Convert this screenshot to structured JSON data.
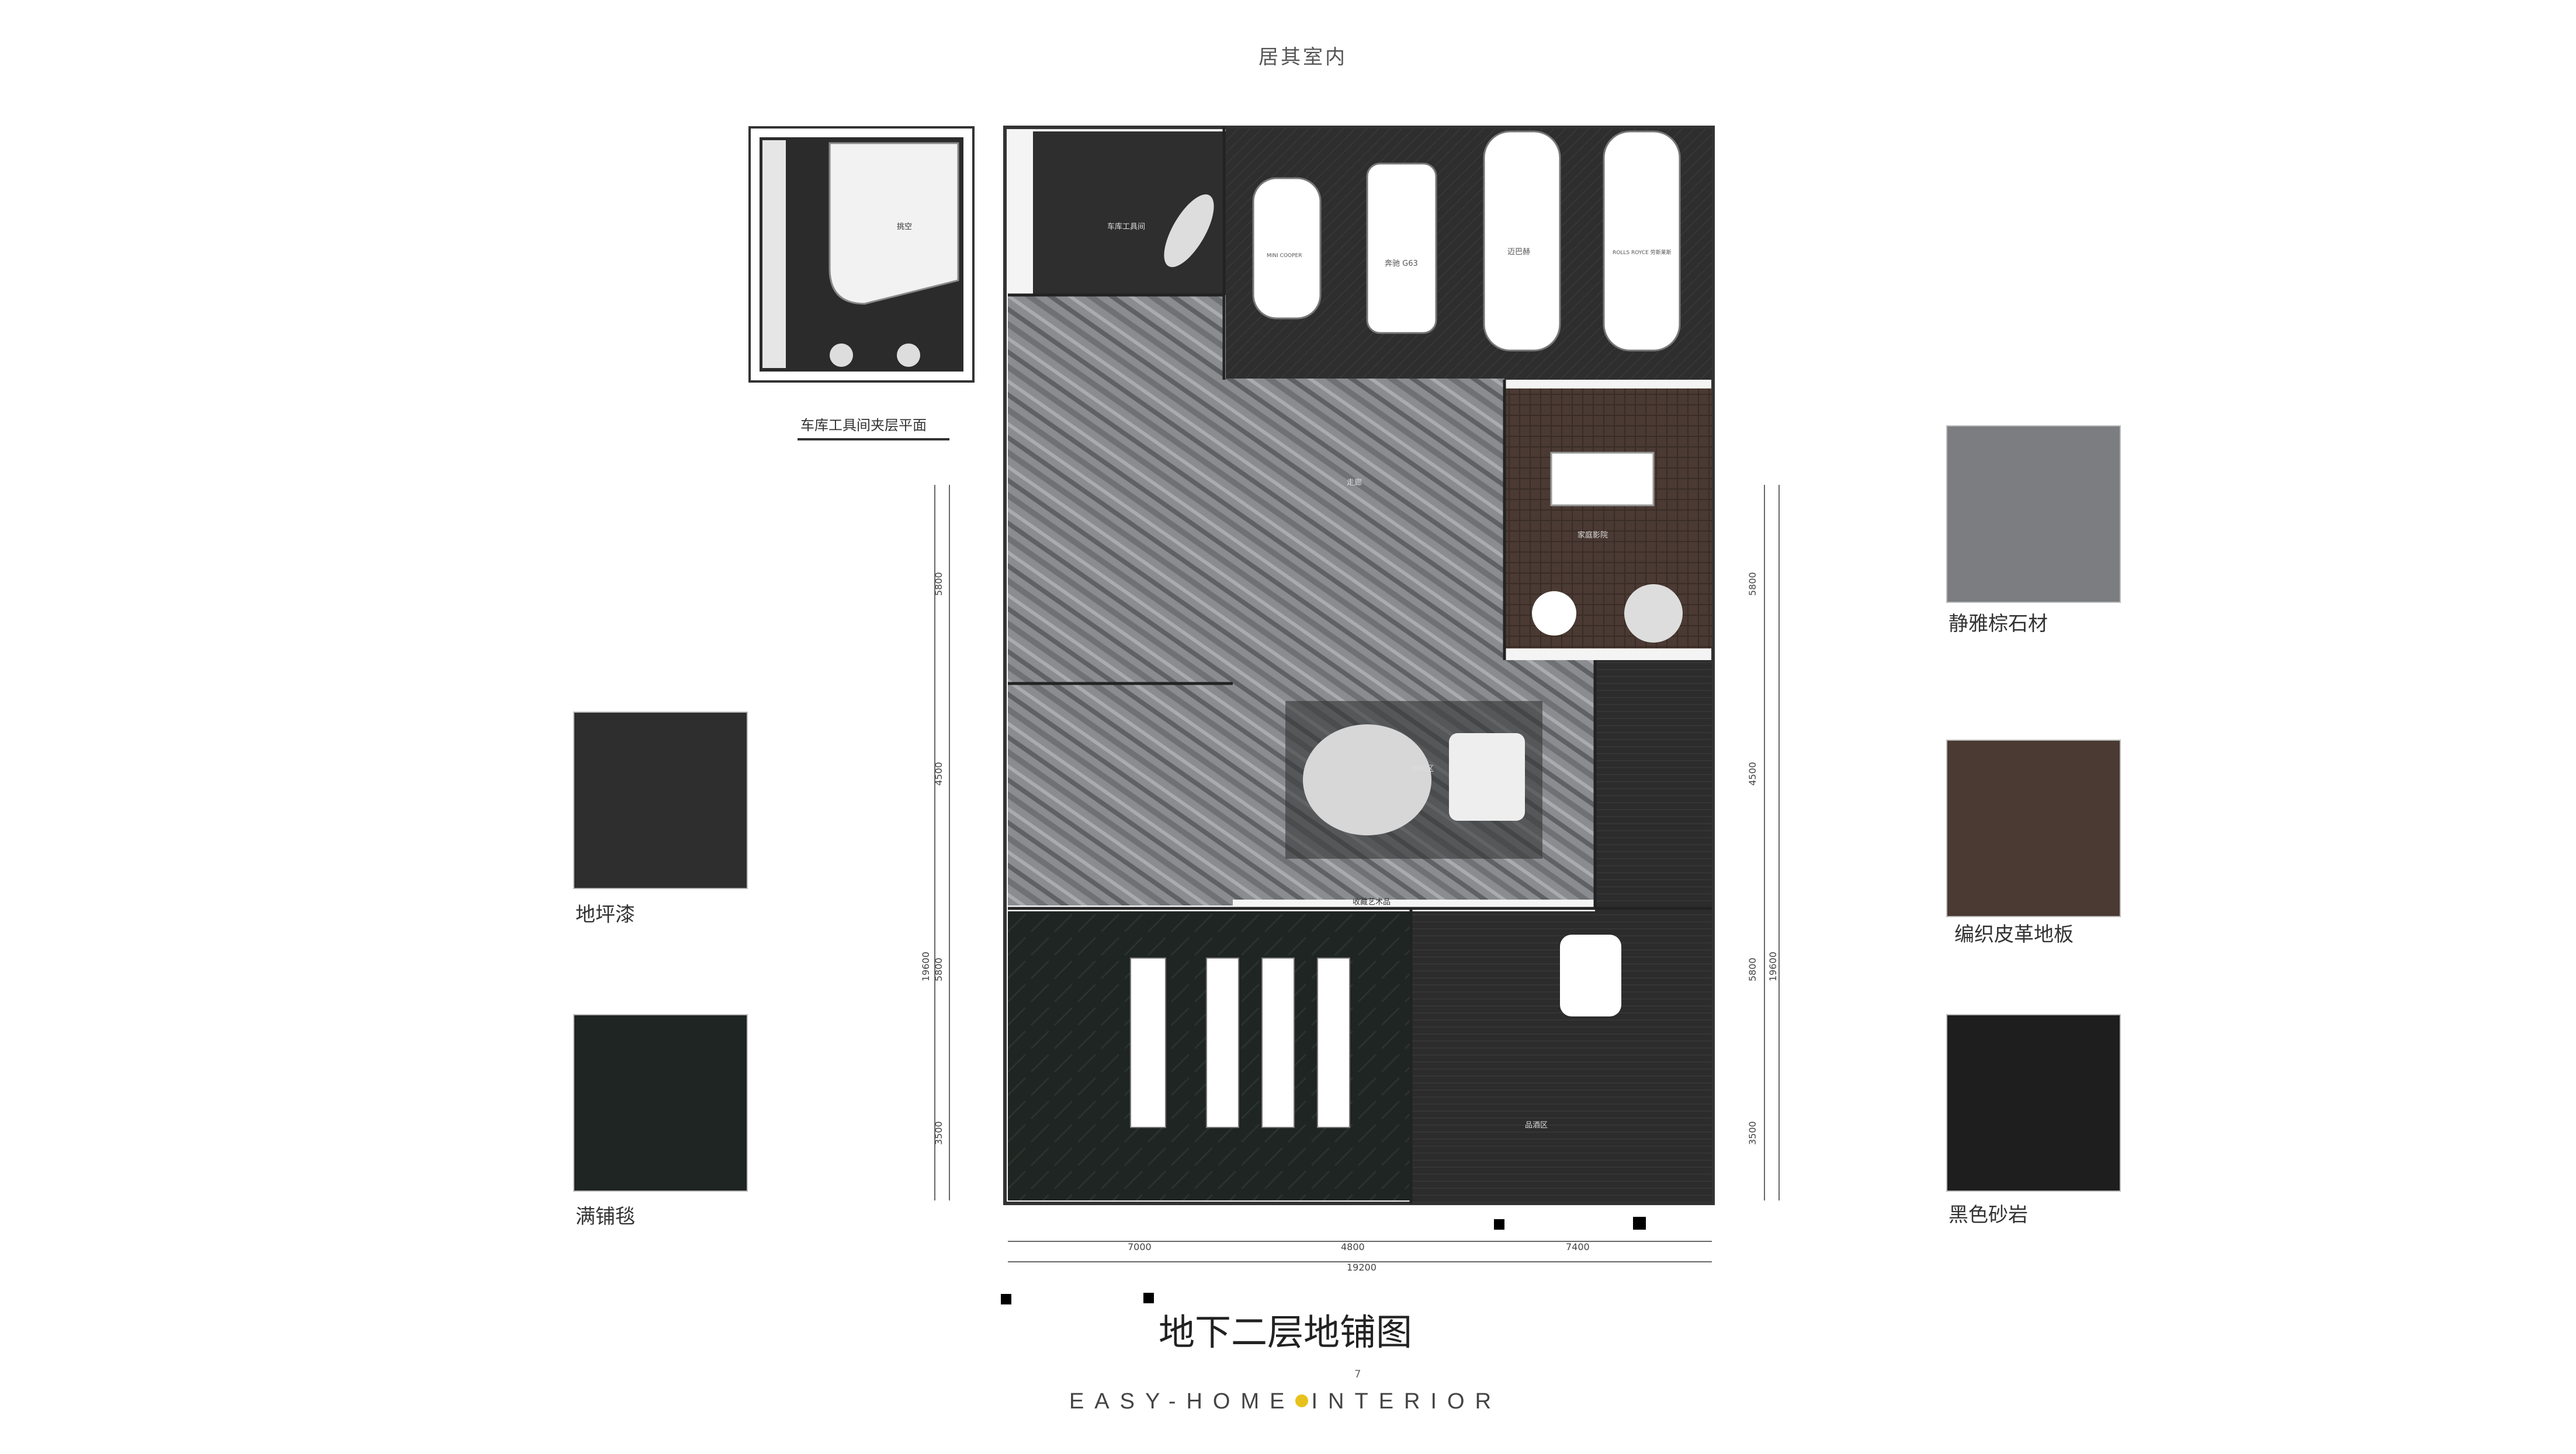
{
  "header": {
    "brand": "居其室内"
  },
  "plan": {
    "title": "地下二层地铺图",
    "inset_title": "车库工具间夹层平面",
    "inset_room_label": "挑空",
    "room_labels": {
      "garage_tools": "车库工具间",
      "car1": "MINI COOPER",
      "car2": "奔驰 G63",
      "car3": "迈巴赫",
      "car4": "ROLLS ROYCE 劳斯莱斯",
      "corridor": "走廊",
      "theater": "家庭影院",
      "lounge": "休闲区",
      "art": "收藏艺术品",
      "wine_room": "品酒区"
    },
    "dims_left": [
      "5800",
      "4500",
      "5800",
      "19600",
      "3500"
    ],
    "dims_right": [
      "5800",
      "4500",
      "5800",
      "19600",
      "3500"
    ],
    "dims_bottom": [
      "7000",
      "4800",
      "7400",
      "19200"
    ]
  },
  "materials": {
    "left": [
      {
        "label": "地坪漆",
        "color": "#2e2e2e"
      },
      {
        "label": "满铺毯",
        "color": "#1f2522"
      }
    ],
    "right": [
      {
        "label": "静雅棕石材",
        "color": "#7b7d80"
      },
      {
        "label": "编织皮革地板",
        "color": "#4a3a33"
      },
      {
        "label": "黑色砂岩",
        "color": "#1e1e1f"
      }
    ]
  },
  "footer": {
    "brand_left": "EASY-HOME",
    "brand_right": "INTERIOR",
    "page": "7"
  }
}
